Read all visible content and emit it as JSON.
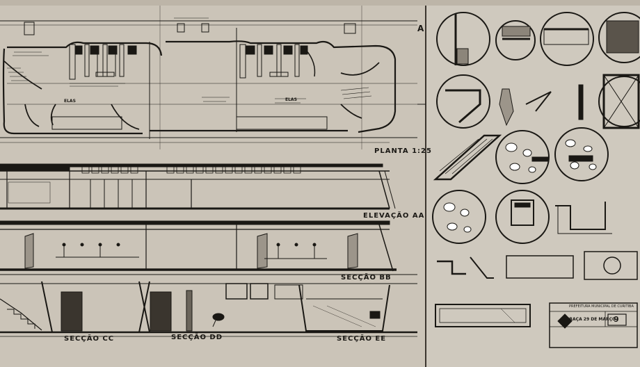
{
  "labels": {
    "planta": "PLANTA 1:25",
    "elevacao": "ELEVAÇÃO AA",
    "seccao_bb": "SECÇÃO BB",
    "seccao_cc": "SECÇÃO CC",
    "seccao_dd": "SECÇÃO DD",
    "seccao_ee": "SECÇÃO EE",
    "sheet_letter": "A",
    "elas_left": "ELAS",
    "elas_right": "ELAS"
  },
  "title_block": {
    "office": "PREFEITURA MUNICIPAL DE CURITIBA",
    "project": "PRAÇA 29 DE MARÇO",
    "sheet_number": "9"
  },
  "colors": {
    "paper": "#cbc4b8",
    "ink": "#1a1814",
    "panel_divider": "#3a352e"
  }
}
